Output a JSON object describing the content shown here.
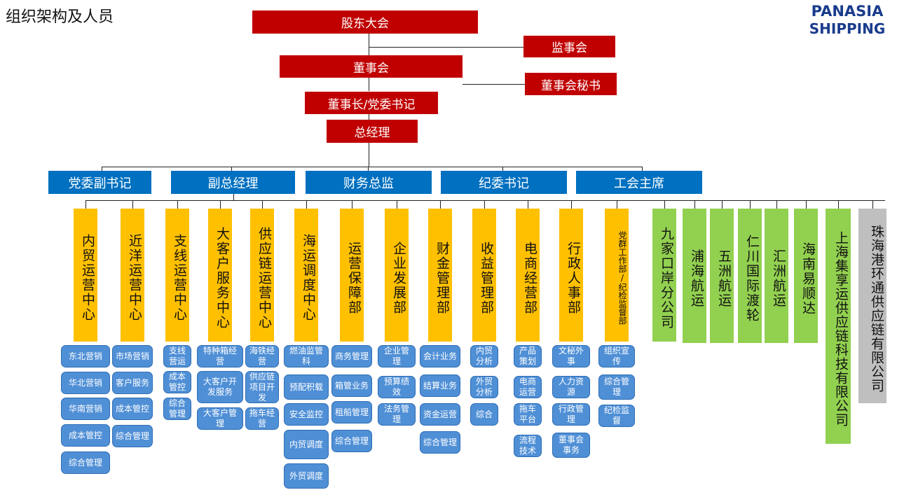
{
  "title": "组织架构及人员",
  "logo": {
    "line1": "PANASIA",
    "line2": "SHIPPING"
  },
  "top": {
    "shareholders": "股东大会",
    "supervisors": "监事会",
    "board": "董事会",
    "board_secretary": "董事会秘书",
    "chairman": "董事长/党委书记",
    "gm": "总经理"
  },
  "blue": [
    "党委副书记",
    "副总经理",
    "财务总监",
    "纪委书记",
    "工会主席"
  ],
  "depts": [
    {
      "name": "内贸运营中心",
      "subs": [
        "东北营销",
        "华北营销",
        "华南营销",
        "成本管控",
        "综合管理"
      ]
    },
    {
      "name": "近洋运营中心",
      "subs": [
        "市场营销",
        "客户服务",
        "成本管控",
        "综合管理"
      ]
    },
    {
      "name": "支线运营中心",
      "subs": [
        "支线营运",
        "成本管控",
        "综合管理"
      ]
    },
    {
      "name": "大客户服务中心",
      "subs": [
        "特种箱经营",
        "大客户开发服务",
        "大客户管理"
      ]
    },
    {
      "name": "供应链运营中心",
      "subs": [
        "海铁经营",
        "供应链项目开发",
        "拖车经营"
      ]
    },
    {
      "name": "海运调度中心",
      "subs": [
        "燃油监管科",
        "预配积载",
        "安全监控",
        "内贸调度",
        "外贸调度"
      ]
    },
    {
      "name": "运营保障部",
      "subs": [
        "商务管理",
        "箱管业务",
        "租船管理",
        "综合管理"
      ]
    },
    {
      "name": "企业发展部",
      "subs": [
        "企业管理",
        "预算绩效",
        "法务管理"
      ]
    },
    {
      "name": "财金管理部",
      "subs": [
        "会计业务",
        "结算业务",
        "资金运营",
        "综合管理"
      ]
    },
    {
      "name": "收益管理部",
      "subs": [
        "内贸分析",
        "外贸分析",
        "综合"
      ]
    },
    {
      "name": "电商经营部",
      "subs": [
        "产品策划",
        "电商运营",
        "拖车平台",
        "流程技术"
      ]
    },
    {
      "name": "行政人事部",
      "subs": [
        "文秘外事",
        "人力资源",
        "行政管理",
        "董事会事务"
      ]
    },
    {
      "name": "党群工作部/纪检监督部",
      "subs": [
        "组织宣传",
        "综合管理",
        "纪检监督"
      ]
    }
  ],
  "companies": [
    "九家口岸分公司",
    "浦海航运",
    "五洲航运",
    "仁川国际渡轮",
    "汇洲航运",
    "海南易顺达",
    "上海集享运供应链科技有限公司",
    "珠海港环通供应链有限公司"
  ],
  "colors": {
    "red": "#c00000",
    "blue": "#0070c0",
    "yellow": "#ffc000",
    "green": "#92d050",
    "grey": "#bfbfbf",
    "sub": "#4f8fd6"
  }
}
